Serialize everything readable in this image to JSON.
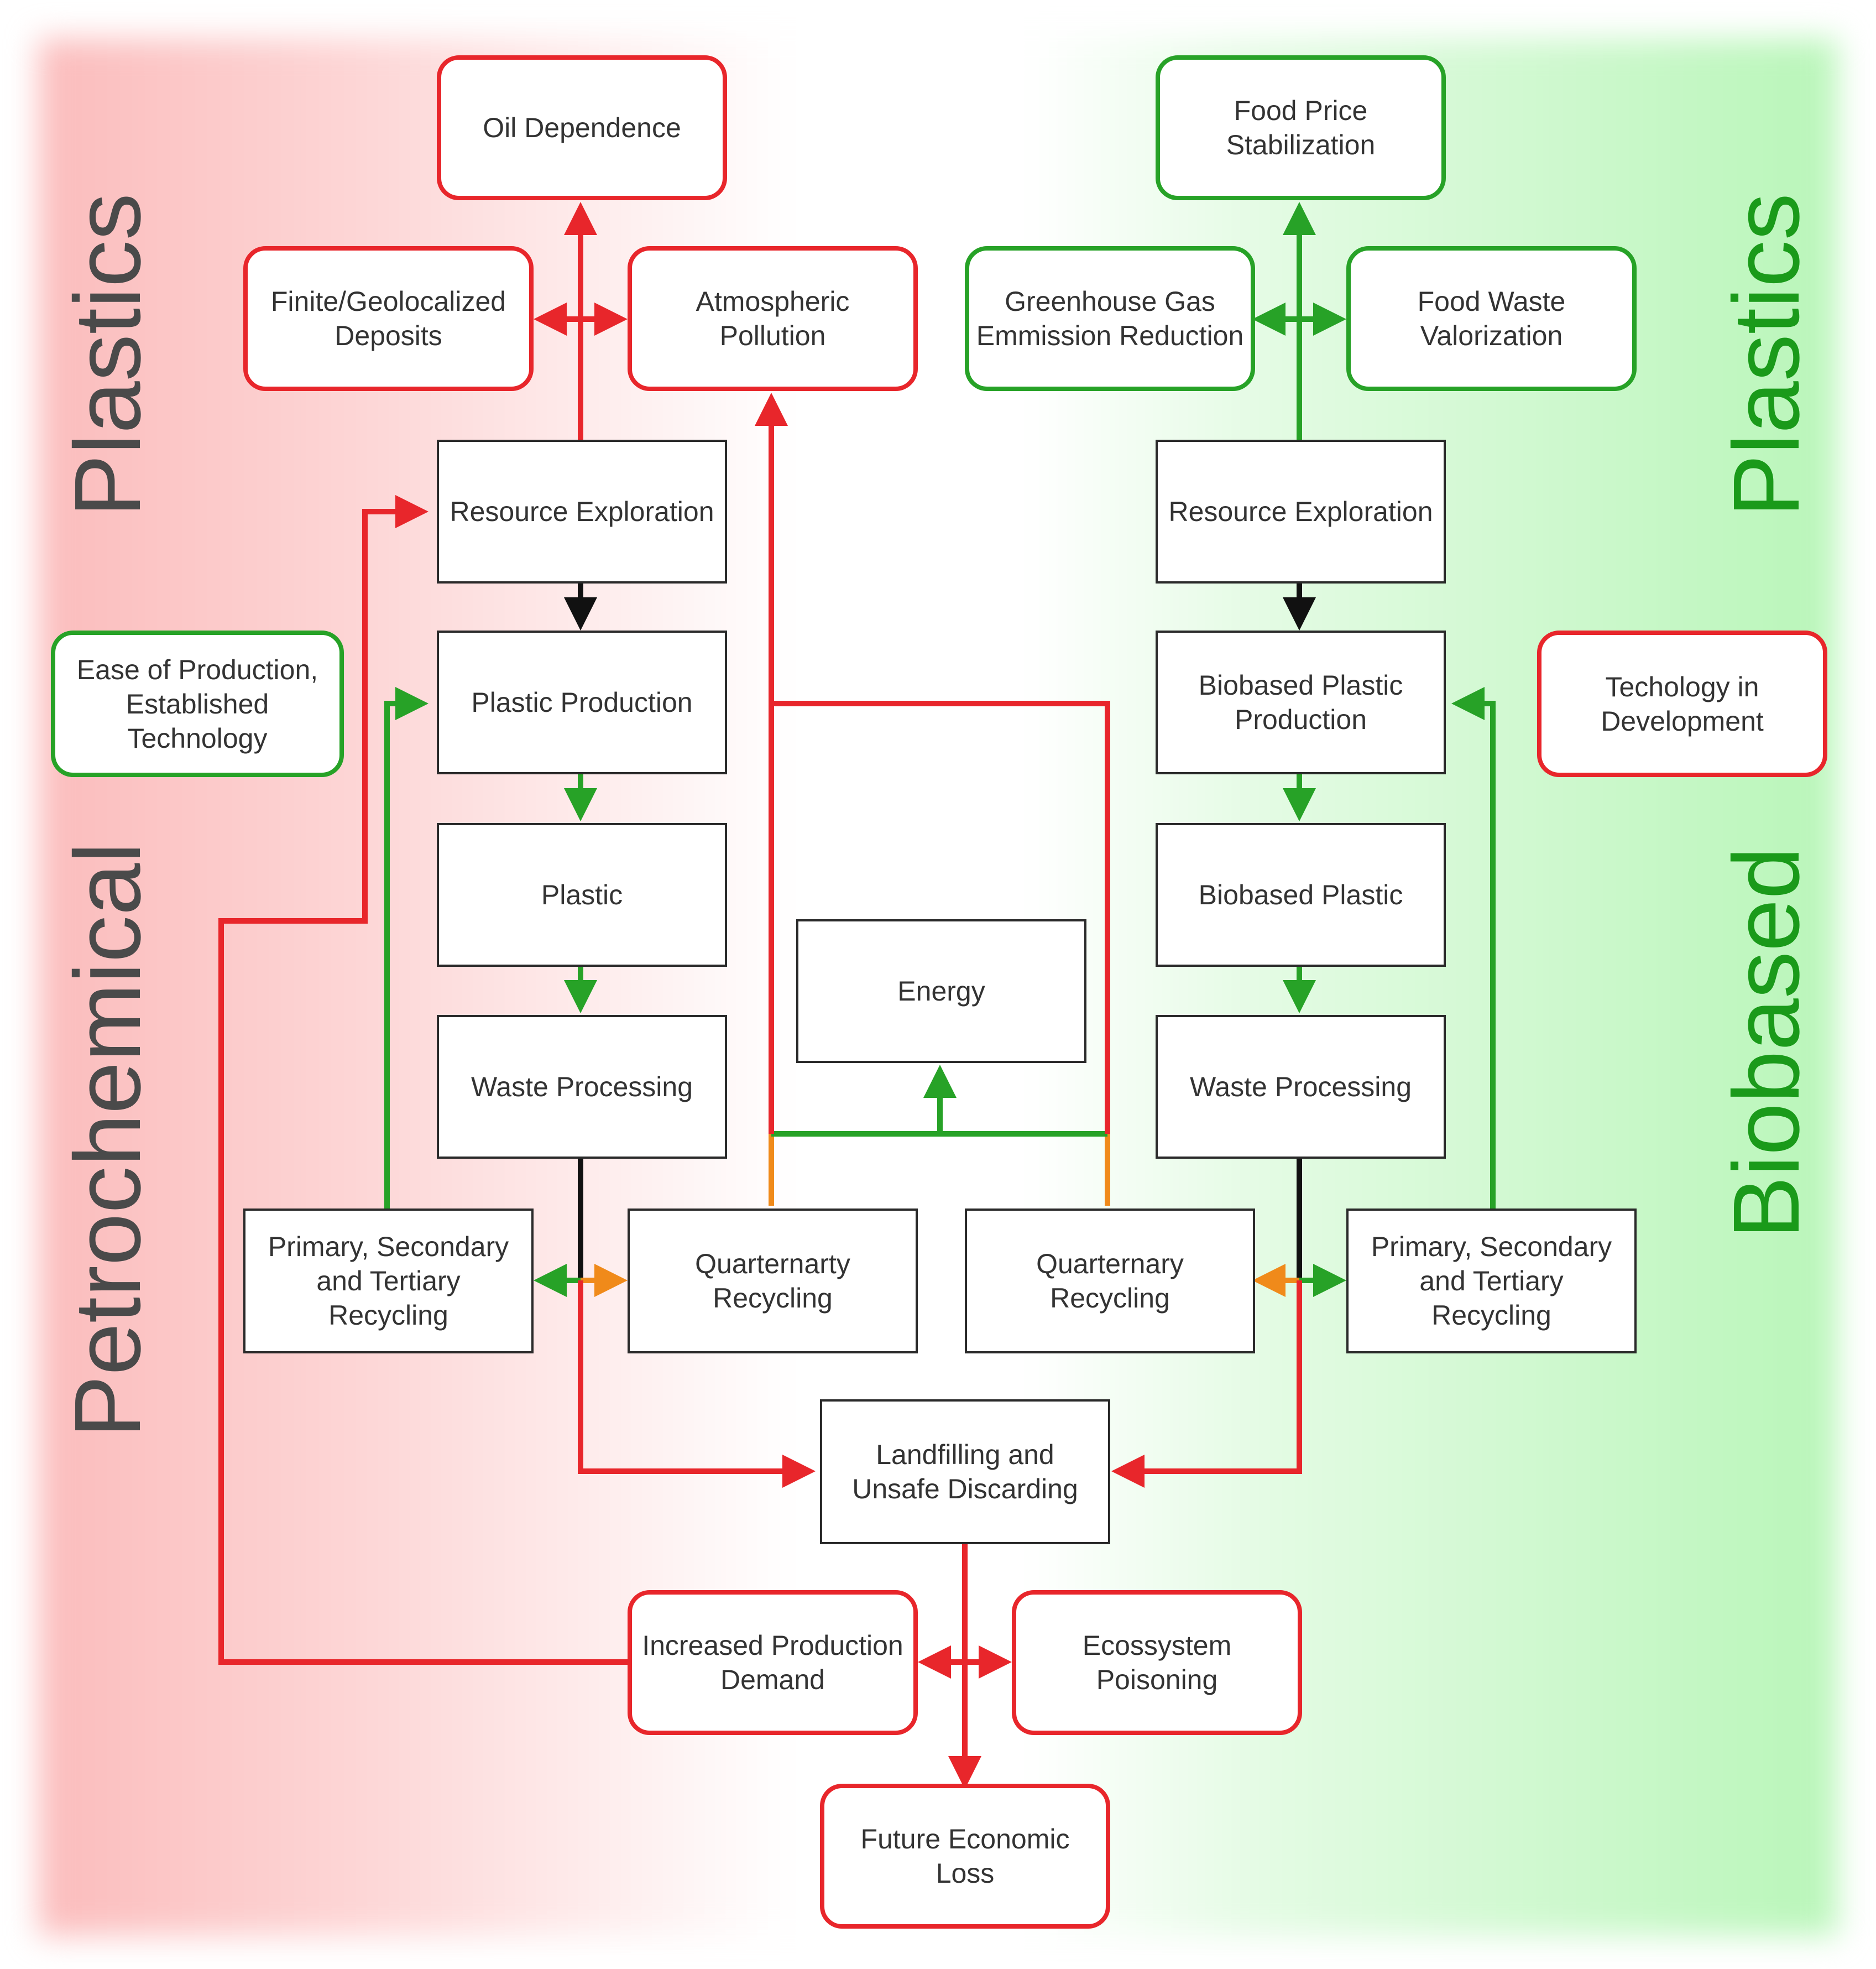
{
  "side_labels": {
    "left_top": "Plastics",
    "left_bottom": "Petrochemical",
    "right_top": "Plastics",
    "right_bottom": "Biobased"
  },
  "colors": {
    "negative": "#e8262b",
    "positive": "#27a227",
    "energy": "#f08a1a",
    "neutral": "#111111"
  },
  "petro": {
    "oil_dependence": "Oil Dependence",
    "finite_deposits": "Finite/Geolocalized\nDeposits",
    "atmospheric_pollution": "Atmospheric\nPollution",
    "resource_exploration": "Resource Exploration",
    "plastic_production": "Plastic Production",
    "plastic": "Plastic",
    "waste_processing": "Waste Processing",
    "recycling": "Primary, Secondary\nand Tertiary\nRecycling",
    "quarternary": "Quarternarty\nRecycling",
    "ease_of_production": "Ease of Production,\nEstablished\nTechnology"
  },
  "bio": {
    "food_price": "Food Price\nStabilization",
    "ghg_reduction": "Greenhouse Gas\nEmmission Reduction",
    "food_waste": "Food Waste\nValorization",
    "resource_exploration": "Resource Exploration",
    "biobased_production": "Biobased Plastic\nProduction",
    "biobased_plastic": "Biobased Plastic",
    "waste_processing": "Waste Processing",
    "recycling": "Primary, Secondary\nand Tertiary\nRecycling",
    "quarternary": "Quarternary\nRecycling",
    "technology_dev": "Techology in\nDevelopment"
  },
  "shared": {
    "energy": "Energy",
    "landfilling": "Landfilling and\nUnsafe Discarding",
    "increased_demand": "Increased Production\nDemand",
    "ecosystem_poisoning": "Ecossystem\nPoisoning",
    "economic_loss": "Future Economic\nLoss"
  }
}
